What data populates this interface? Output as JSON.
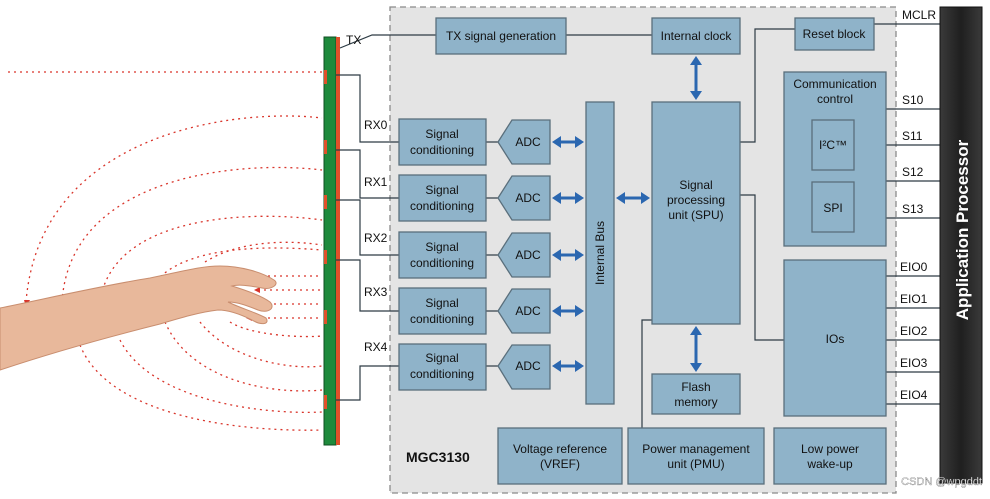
{
  "chip": {
    "name": "MGC3130"
  },
  "blocks": {
    "tx_gen": "TX signal generation",
    "internal_clock": "Internal clock",
    "reset_block": "Reset block",
    "comm_control": [
      "Communication",
      "control"
    ],
    "i2c": "I²C™",
    "spi": "SPI",
    "internal_bus": "Internal Bus",
    "spu": [
      "Signal",
      "processing",
      "unit (SPU)"
    ],
    "flash": [
      "Flash",
      "memory"
    ],
    "ios": "IOs",
    "vref": [
      "Voltage reference",
      "(VREF)"
    ],
    "pmu": [
      "Power management",
      "unit (PMU)"
    ],
    "lpw": [
      "Low power",
      "wake-up"
    ],
    "signal_conditioning": [
      "Signal",
      "conditioning"
    ],
    "adc": "ADC"
  },
  "electrode_labels": {
    "tx": "TX",
    "rx": [
      "RX0",
      "RX1",
      "RX2",
      "RX3",
      "RX4"
    ]
  },
  "pins": [
    "MCLR",
    "S10",
    "S11",
    "S12",
    "S13",
    "EIO0",
    "EIO1",
    "EIO2",
    "EIO3",
    "EIO4"
  ],
  "processor": "Application Processor",
  "watermark": "CSDN @wpgddt",
  "colors": {
    "block_fill": "#8fb3c9",
    "arrow": "#2b67b0",
    "field": "#d9352b",
    "electrode": "#1e8a3c"
  }
}
